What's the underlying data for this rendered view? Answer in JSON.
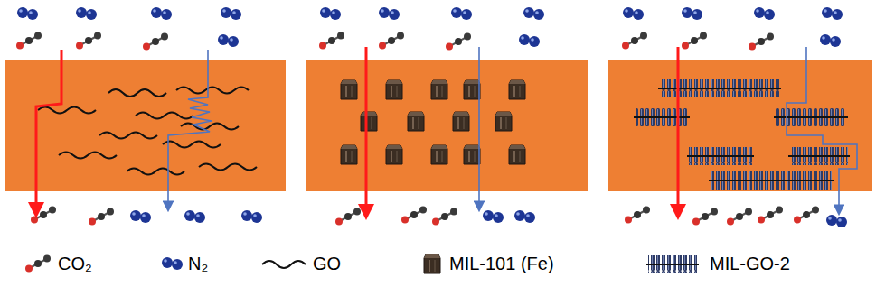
{
  "diagram": {
    "legend": [
      {
        "text": "CO₂"
      },
      {
        "text": "N₂"
      },
      {
        "text": "GO"
      },
      {
        "text": "MIL-101 (Fe)"
      },
      {
        "text": "MIL-GO-2"
      }
    ]
  }
}
